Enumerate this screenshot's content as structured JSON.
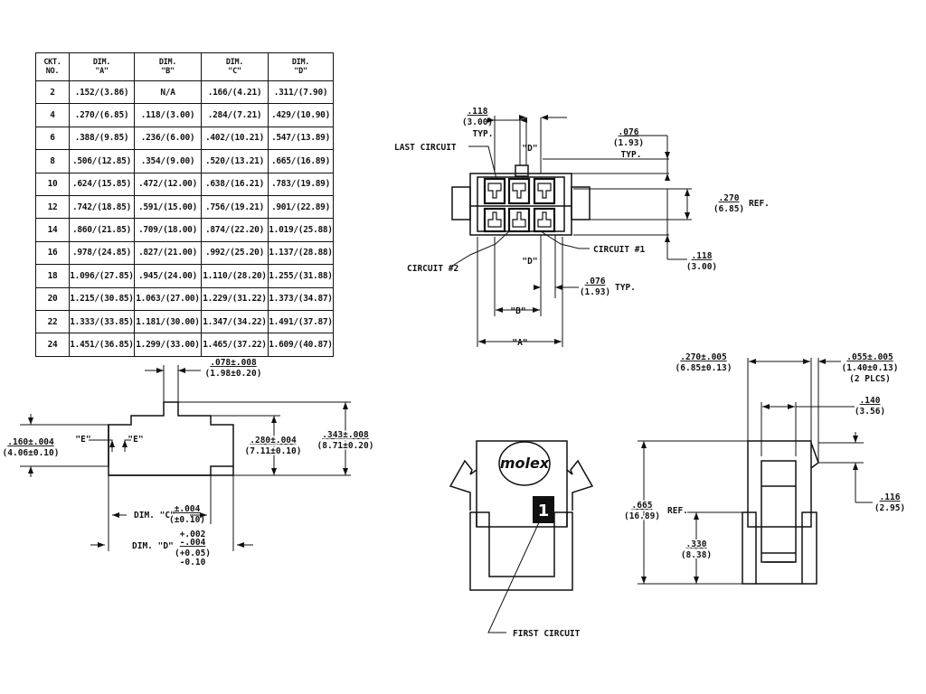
{
  "table": {
    "header": [
      [
        "CKT.",
        "NO."
      ],
      [
        "DIM.",
        "\"A\""
      ],
      [
        "DIM.",
        "\"B\""
      ],
      [
        "DIM.",
        "\"C\""
      ],
      [
        "DIM.",
        "\"D\""
      ]
    ],
    "rows": [
      [
        "2",
        ".152/(3.86)",
        "N/A",
        ".166/(4.21)",
        ".311/(7.90)"
      ],
      [
        "4",
        ".270/(6.85)",
        ".118/(3.00)",
        ".284/(7.21)",
        ".429/(10.90)"
      ],
      [
        "6",
        ".388/(9.85)",
        ".236/(6.00)",
        ".402/(10.21)",
        ".547/(13.89)"
      ],
      [
        "8",
        ".506/(12.85)",
        ".354/(9.00)",
        ".520/(13.21)",
        ".665/(16.89)"
      ],
      [
        "10",
        ".624/(15.85)",
        ".472/(12.00)",
        ".638/(16.21)",
        ".783/(19.89)"
      ],
      [
        "12",
        ".742/(18.85)",
        ".591/(15.00)",
        ".756/(19.21)",
        ".901/(22.89)"
      ],
      [
        "14",
        ".860/(21.85)",
        ".709/(18.00)",
        ".874/(22.20)",
        "1.019/(25.88)"
      ],
      [
        "16",
        ".978/(24.85)",
        ".827/(21.00)",
        ".992/(25.20)",
        "1.137/(28.88)"
      ],
      [
        "18",
        "1.096/(27.85)",
        ".945/(24.00)",
        "1.110/(28.20)",
        "1.255/(31.88)"
      ],
      [
        "20",
        "1.215/(30.85)",
        "1.063/(27.00)",
        "1.229/(31.22)",
        "1.373/(34.87)"
      ],
      [
        "22",
        "1.333/(33.85)",
        "1.181/(30.00)",
        "1.347/(34.22)",
        "1.491/(37.87)"
      ],
      [
        "24",
        "1.451/(36.85)",
        "1.299/(33.00)",
        "1.465/(37.22)",
        "1.609/(40.87)"
      ]
    ]
  },
  "labels": {
    "dim_118_top": ".118",
    "dim_118_top_mm": "(3.00)",
    "typ": "TYP.",
    "last_circuit": "LAST CIRCUIT",
    "d_top": "\"D\"",
    "dim_076_top": ".076",
    "dim_076_top_mm": "(1.93)",
    "dim_270": ".270",
    "dim_270_mm": "(6.85)",
    "ref": "REF.",
    "circuit_1": "CIRCUIT #1",
    "circuit_2": "CIRCUIT #2",
    "d_bottom": "\"D\"",
    "dim_118_right": ".118",
    "dim_118_right_mm": "(3.00)",
    "dim_076_bottom": ".076",
    "dim_076_bottom_mm": "(1.93)",
    "b_label": "\"B\"",
    "a_label": "\"A\"",
    "dim_078": ".078±.008",
    "dim_078_mm": "(1.98±0.20)",
    "dim_160": ".160±.004",
    "dim_160_mm": "(4.06±0.10)",
    "e_left": "\"E\"",
    "e_right": "\"E\"",
    "dim_280": ".280±.004",
    "dim_280_mm": "(7.11±0.10)",
    "dim_343": ".343±.008",
    "dim_343_mm": "(8.71±0.20)",
    "dim_c_text": "DIM. \"C\"",
    "dim_c_tol": "±.004",
    "dim_c_tol_mm": "(±0.10)",
    "dim_d_text": "DIM. \"D\"",
    "dim_d_tol1": "+.002",
    "dim_d_tol2": "-.004",
    "dim_d_tol3": "(+0.05)",
    "dim_d_tol4": "-0.10",
    "logo": "molex",
    "circuit_number": "1",
    "first_circuit": "FIRST CIRCUIT",
    "dim_665": ".665",
    "dim_665_mm": "(16.89)",
    "ref2": "REF.",
    "dim_330": ".330",
    "dim_330_mm": "(8.38)",
    "dim_270_side": ".270±.005",
    "dim_270_side_mm": "(6.85±0.13)",
    "dim_055": ".055±.005",
    "dim_055_mm": "(1.40±0.13)",
    "plcs": "(2 PLCS)",
    "dim_140": ".140",
    "dim_140_mm": "(3.56)",
    "dim_116": ".116",
    "dim_116_mm": "(2.95)"
  }
}
